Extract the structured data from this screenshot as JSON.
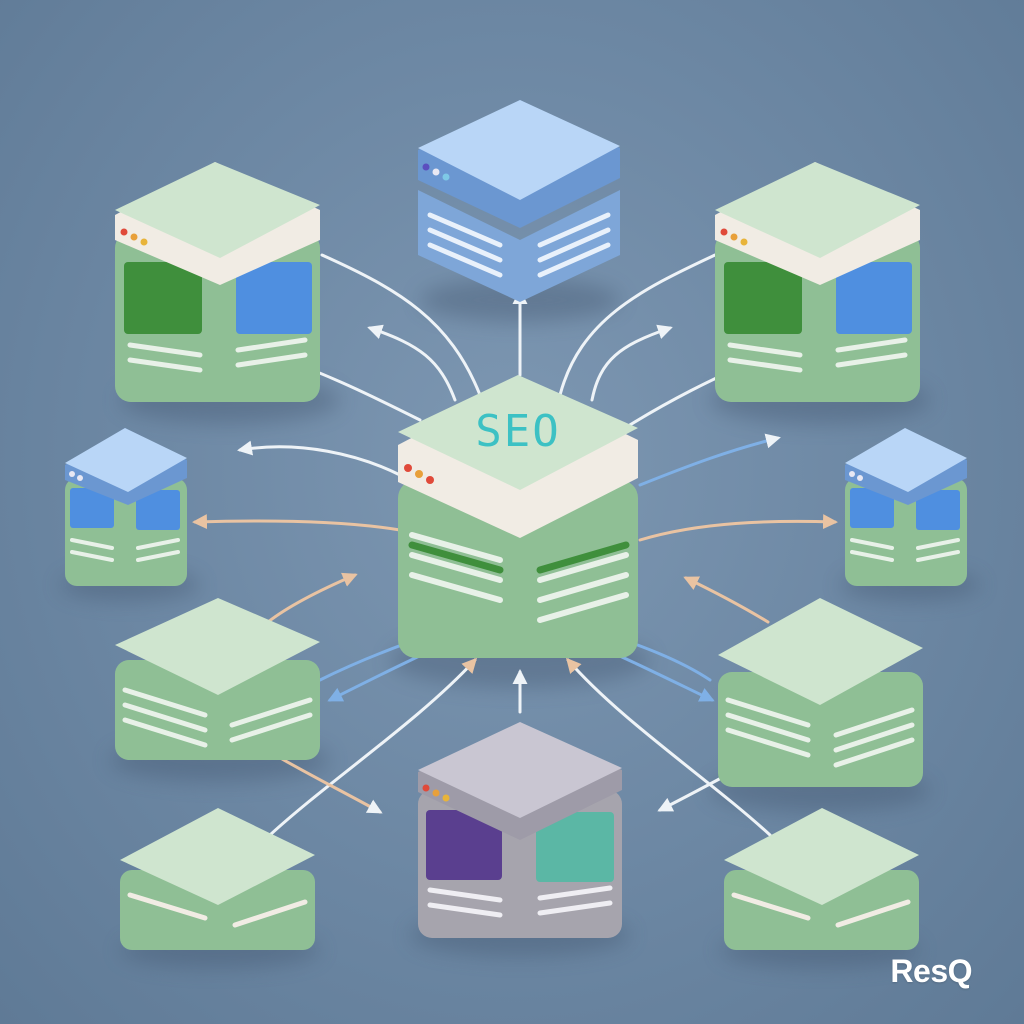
{
  "hub": {
    "label": "SEO",
    "label_color": "#3cc1c4"
  },
  "logo": {
    "text": "ResQ"
  },
  "palette": {
    "green_top": "#cfe5cf",
    "green_body": "#8fbf95",
    "green_panel": "#3f8f3c",
    "blue_top": "#b9d6f7",
    "blue_body": "#7ea6d8",
    "blue_panel": "#4f8fe0",
    "gray_top": "#c9c6d2",
    "gray_body": "#a6a4ad",
    "purple_panel": "#5a3f8f",
    "teal_panel": "#5bb7a5",
    "arrow_white": "#eef3f7",
    "arrow_blue": "#7fb0e6",
    "arrow_peach": "#e9c3a2",
    "background": "#6f8aa6"
  },
  "nodes": [
    {
      "id": "hub",
      "color": "green",
      "panels": "green-green"
    },
    {
      "id": "top-center",
      "color": "blue",
      "panels": "none"
    },
    {
      "id": "top-left",
      "color": "green",
      "panels": "green-blue"
    },
    {
      "id": "top-right",
      "color": "green",
      "panels": "green-blue"
    },
    {
      "id": "mid-left",
      "color": "blue",
      "panels": "blue-blue"
    },
    {
      "id": "mid-right",
      "color": "blue",
      "panels": "blue-blue"
    },
    {
      "id": "lower-left",
      "color": "green",
      "panels": "none"
    },
    {
      "id": "lower-right",
      "color": "green",
      "panels": "none"
    },
    {
      "id": "bottom-center",
      "color": "gray",
      "panels": "purple-teal"
    },
    {
      "id": "bottom-left",
      "color": "green",
      "panels": "none"
    },
    {
      "id": "bottom-right",
      "color": "green",
      "panels": "none"
    }
  ]
}
